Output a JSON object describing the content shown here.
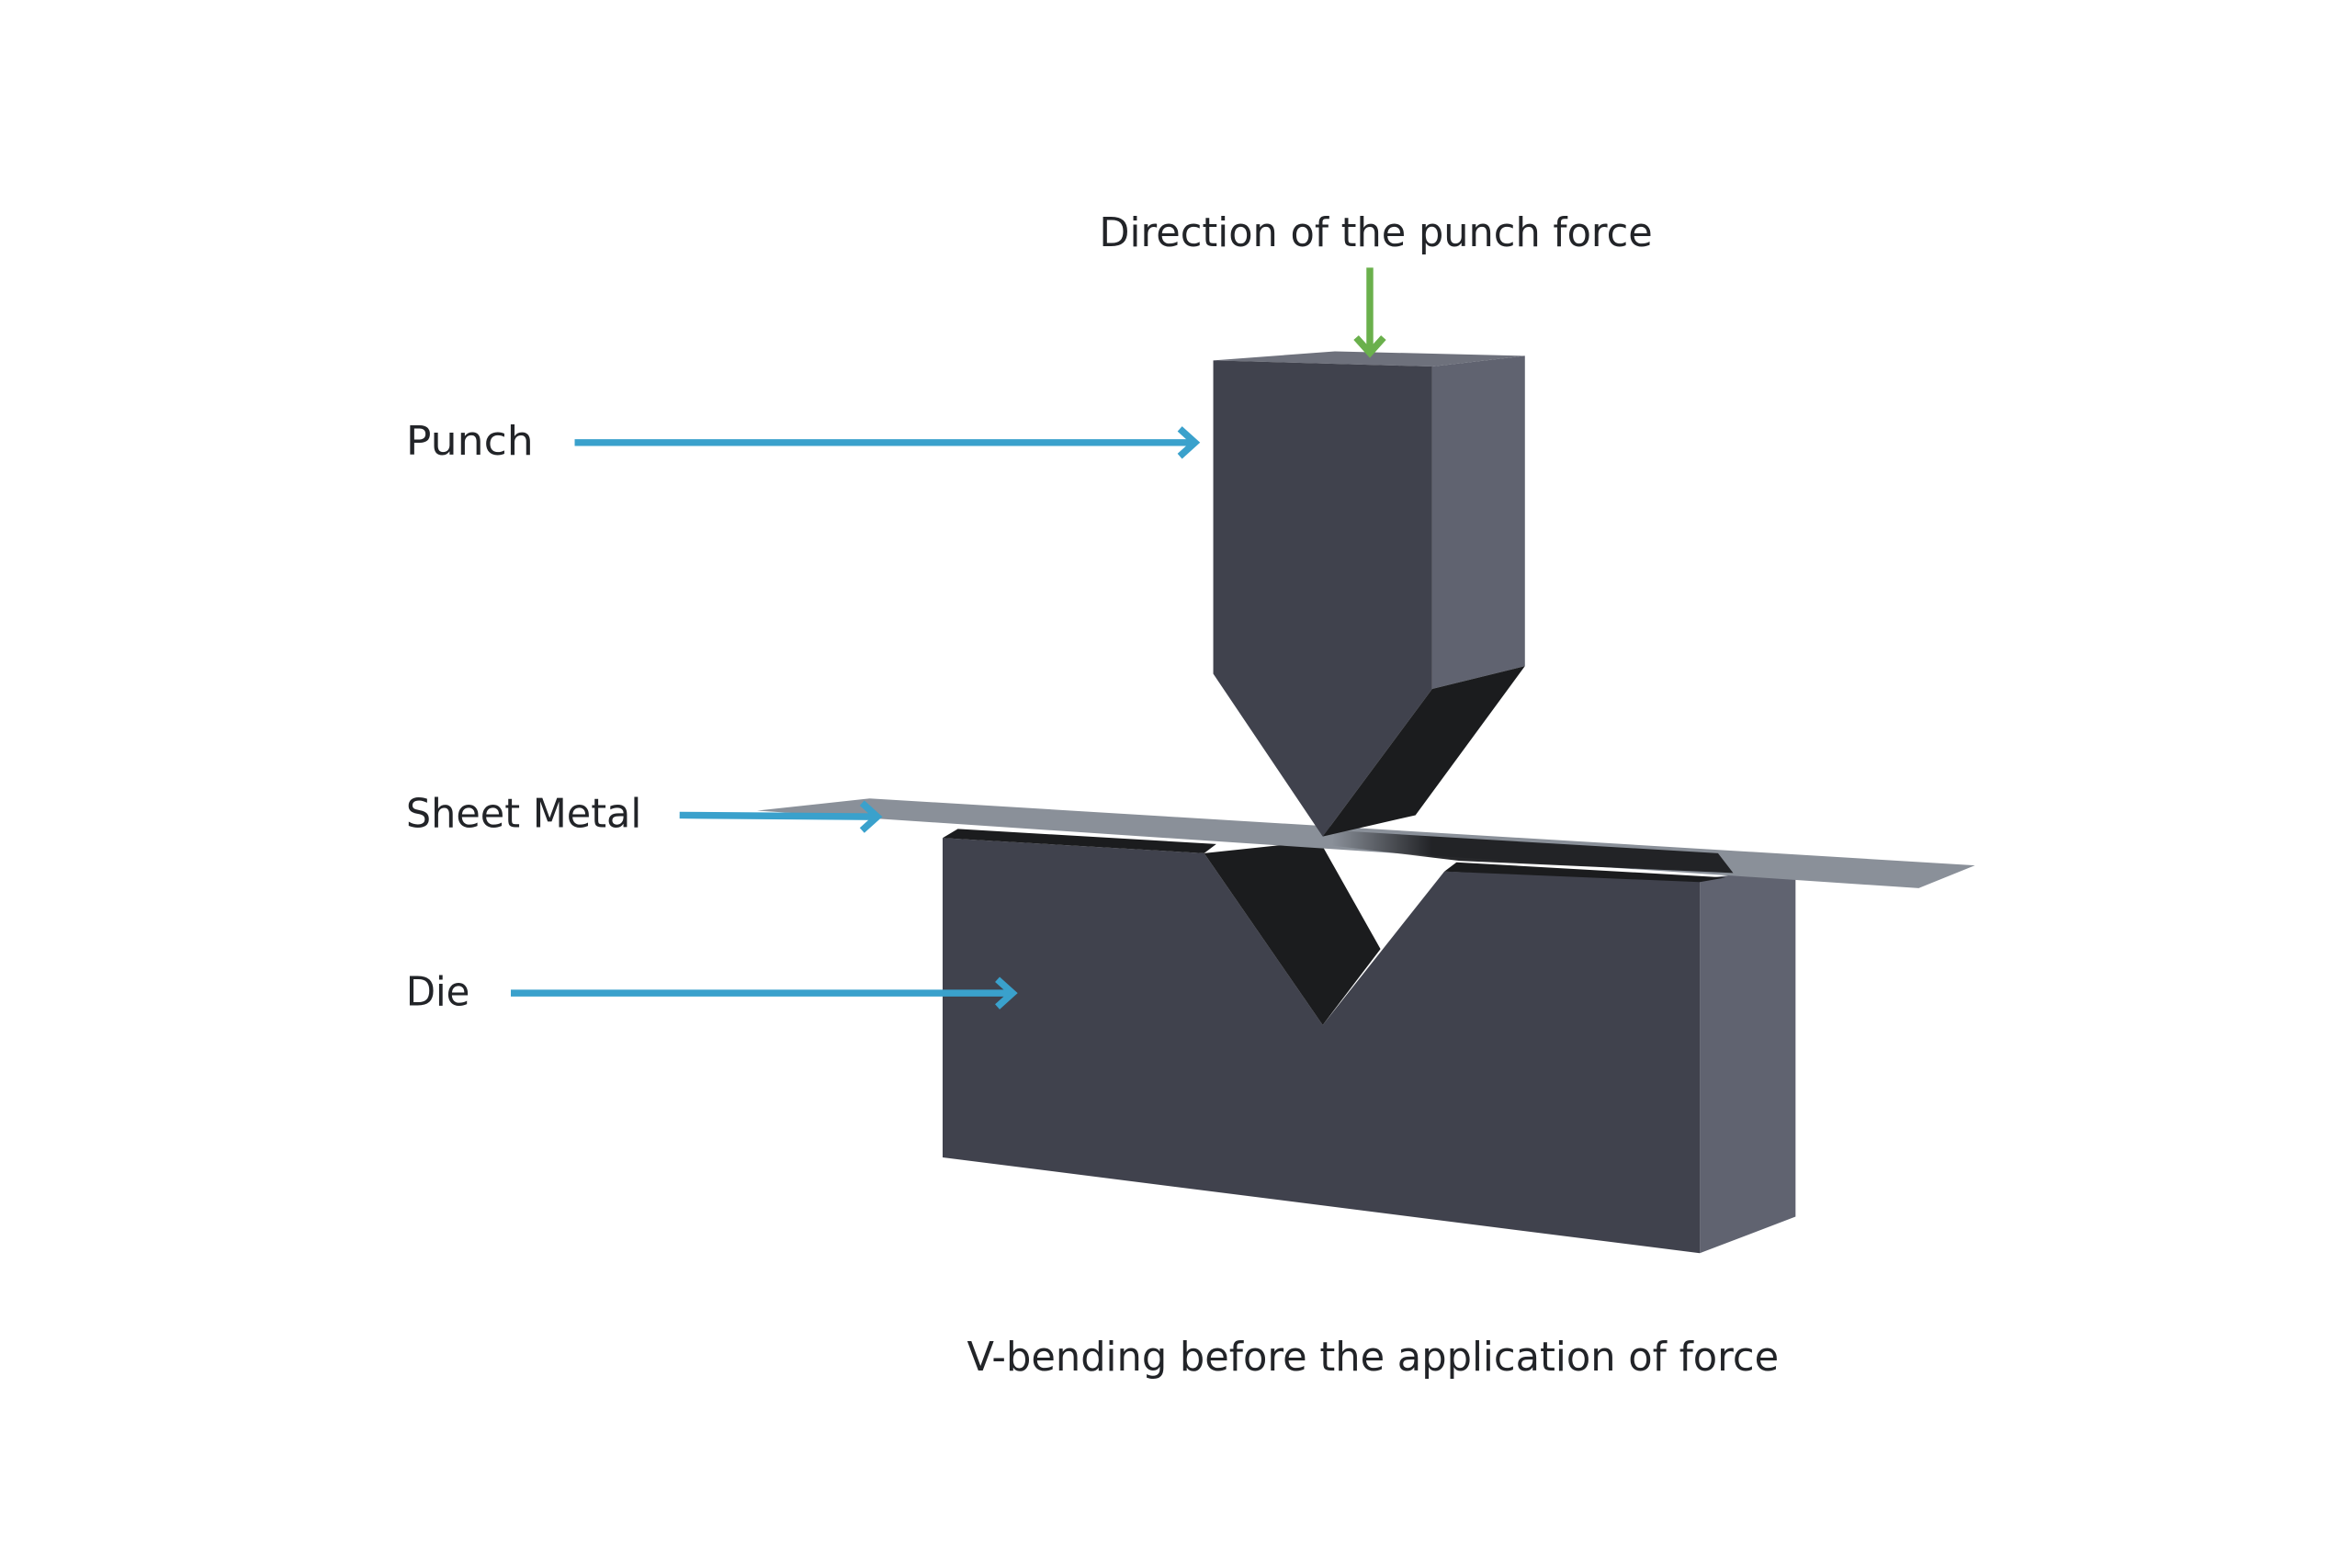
{
  "labels": {
    "force_direction": "Direction of the punch force",
    "punch": "Punch",
    "sheet_metal": "Sheet Metal",
    "die": "Die",
    "caption": "V-bending before the application of force"
  },
  "colors": {
    "background": "#ffffff",
    "tool_front": "#40424d",
    "tool_side": "#606370",
    "tool_top": "#6e717c",
    "v_shadow": "#1b1c1e",
    "sheet": "#8a9099",
    "callout_arrow": "#3aa1cc",
    "force_arrow": "#6ab04c",
    "text": "#222428"
  }
}
